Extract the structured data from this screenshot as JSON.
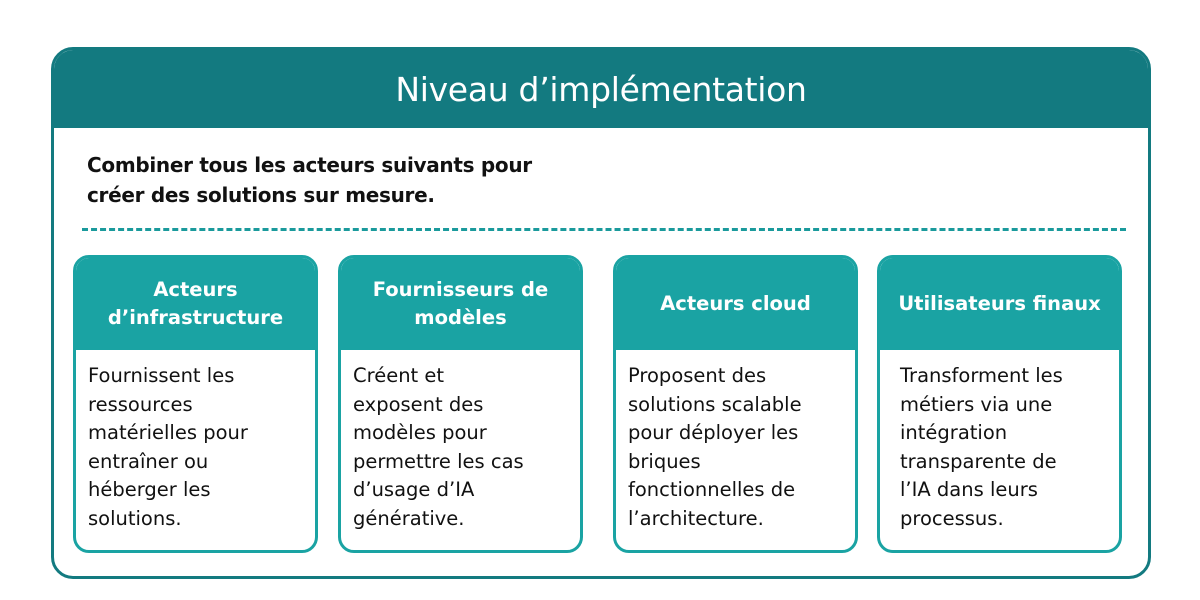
{
  "title": "Niveau d’implémentation",
  "intro": {
    "line1": "Combiner tous les acteurs suivants pour",
    "line2": "créer des solutions sur mesure."
  },
  "colors": {
    "header_dark": "#137a80",
    "card_teal": "#1aa3a3",
    "text": "#111111"
  },
  "cards": [
    {
      "title_lines": [
        "Acteurs",
        "d’infrastructure"
      ],
      "body_lines": [
        "Fournissent les",
        "ressources",
        "matérielles pour",
        "entraîner ou",
        "héberger les",
        "solutions."
      ]
    },
    {
      "title_lines": [
        "Fournisseurs de",
        "modèles"
      ],
      "body_lines": [
        "Créent et",
        "exposent des",
        "modèles pour",
        "permettre les cas",
        "d’usage d’IA",
        "générative."
      ]
    },
    {
      "title_lines": [
        "Acteurs cloud"
      ],
      "body_lines": [
        "Proposent des",
        "solutions scalable",
        "pour déployer les",
        "briques",
        "fonctionnelles de",
        "l’architecture."
      ]
    },
    {
      "title_lines": [
        "Utilisateurs finaux"
      ],
      "body_lines": [
        "Transforment les",
        "métiers via une",
        "intégration",
        "transparente de",
        "l’IA dans leurs",
        "processus."
      ]
    }
  ]
}
